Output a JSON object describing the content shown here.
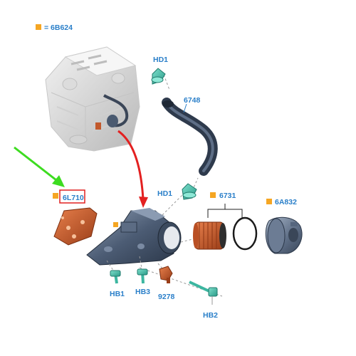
{
  "legend": {
    "marker_color": "#f5a623",
    "text": "= 6B624"
  },
  "parts": {
    "gasket": "6L710",
    "hose_clip_top": "HD1",
    "hose": "6748",
    "hose_clip_bottom": "HD1",
    "oil_filter": "6731",
    "filter_cap": "6A832",
    "bolt_1": "HB1",
    "bolt_3": "HB3",
    "sensor": "9278",
    "bolt_2": "HB2"
  },
  "colors": {
    "label_text": "#2a7fc9",
    "marker": "#f5a623",
    "highlight_box": "#e02020",
    "green_arrow": "#3ddc20",
    "red_arrow": "#e32020",
    "fastener": "#3cb6a0",
    "copper_part": "#c2592c",
    "housing": "#4a5a70"
  }
}
